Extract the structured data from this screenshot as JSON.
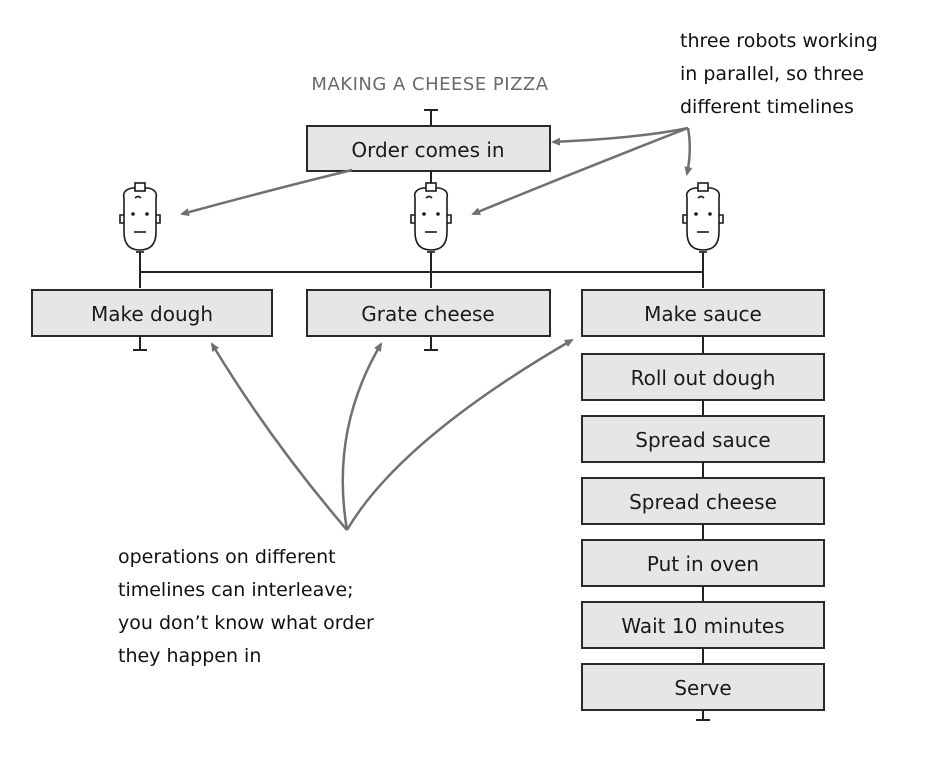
{
  "title": "MAKING A CHEESE PIZZA",
  "order_box": "Order comes in",
  "timelines": [
    {
      "robot_icon": "robot-head-icon",
      "steps": [
        "Make dough"
      ]
    },
    {
      "robot_icon": "robot-head-icon",
      "steps": [
        "Grate cheese"
      ]
    },
    {
      "robot_icon": "robot-head-icon",
      "steps": [
        "Make sauce",
        "Roll out dough",
        "Spread sauce",
        "Spread cheese",
        "Put in oven",
        "Wait 10 minutes",
        "Serve"
      ]
    }
  ],
  "annotations": {
    "top_right": [
      "three robots working",
      "in parallel, so three",
      "different timelines"
    ],
    "bottom_left": [
      "operations on different",
      "timelines can interleave;",
      "you don’t know what order",
      "they happen in"
    ]
  }
}
